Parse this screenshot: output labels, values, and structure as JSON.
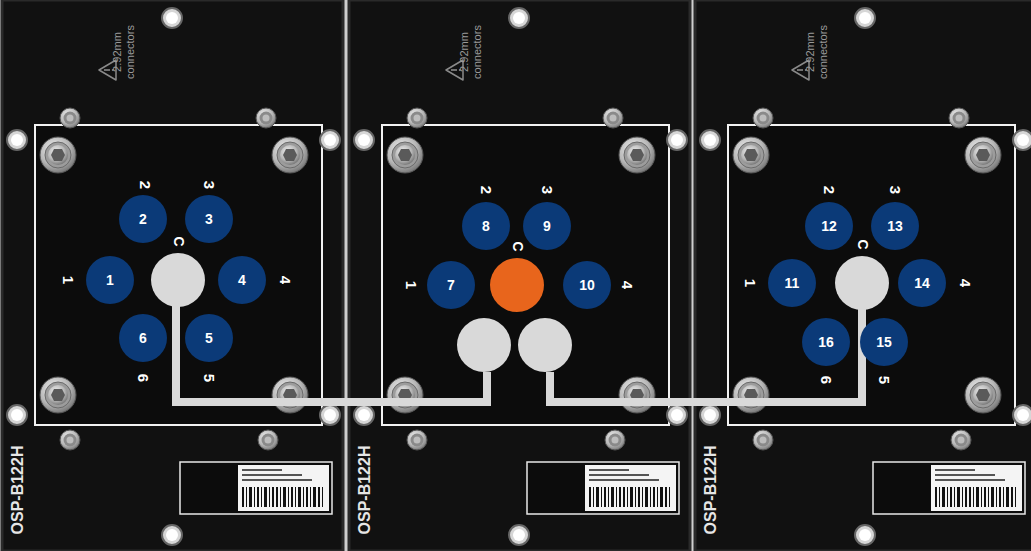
{
  "diagram": {
    "nodes": [
      {
        "text": [
          "2.92mm connectors",
          "OSP-B122H"
        ]
      },
      {
        "text": [
          "2.92mm connectors",
          "OSP-B122H"
        ]
      },
      {
        "text": [
          "2.92mm connectors",
          "OSP-B122H"
        ]
      },
      {
        "text": [
          "2"
        ],
        "in": 0
      },
      {
        "text": [
          "3"
        ],
        "in": 0
      },
      {
        "text": [
          "1"
        ],
        "in": 0
      },
      {
        "text": [
          "C"
        ],
        "in": 0
      },
      {
        "text": [
          "4"
        ],
        "in": 0
      },
      {
        "text": [
          "6"
        ],
        "in": 0
      },
      {
        "text": [
          "5"
        ],
        "in": 0
      },
      {
        "text": [
          "8"
        ],
        "in": 1
      },
      {
        "text": [
          "9"
        ],
        "in": 1
      },
      {
        "text": [
          "7"
        ],
        "in": 1
      },
      {
        "text": [
          "C"
        ],
        "in": 1
      },
      {
        "text": [
          "10"
        ],
        "in": 1
      },
      {
        "text": [
          "12"
        ],
        "in": 2
      },
      {
        "text": [
          "13"
        ],
        "in": 2
      },
      {
        "text": [
          "11"
        ],
        "in": 2
      },
      {
        "text": [
          "C"
        ],
        "in": 2
      },
      {
        "text": [
          "14"
        ],
        "in": 2
      },
      {
        "text": [
          "16"
        ],
        "in": 2
      },
      {
        "text": [
          "15"
        ],
        "in": 2
      }
    ],
    "labels": [
      "2",
      "3",
      "1",
      "4",
      "6",
      "5",
      "2",
      "3",
      "1",
      "4",
      "2",
      "3",
      "1",
      "4",
      "6",
      "5"
    ]
  }
}
